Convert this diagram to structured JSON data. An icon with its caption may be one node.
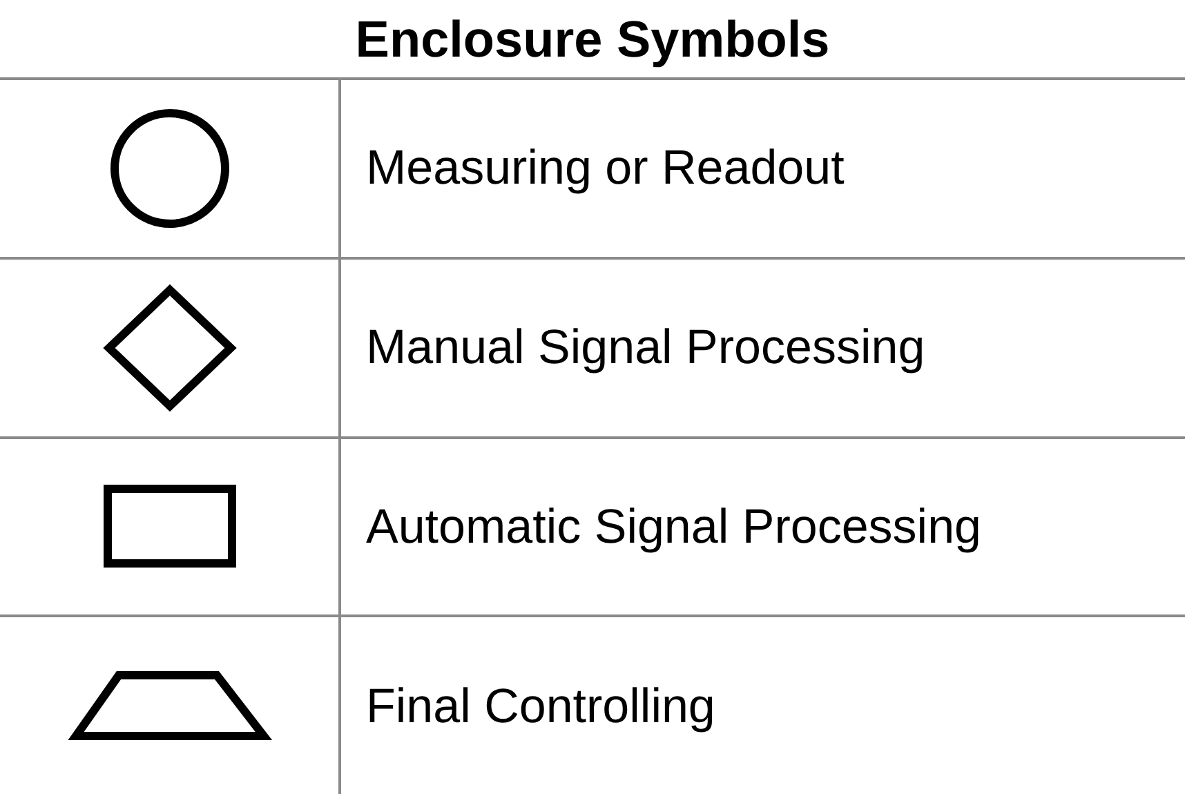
{
  "diagram": {
    "title": "Enclosure Symbols",
    "legend": [
      {
        "text": "Measuring or Readout"
      },
      {
        "text": "Manual Signal Processing"
      },
      {
        "text": "Automatic Signal Processing"
      },
      {
        "text": "Final Controlling"
      }
    ]
  }
}
